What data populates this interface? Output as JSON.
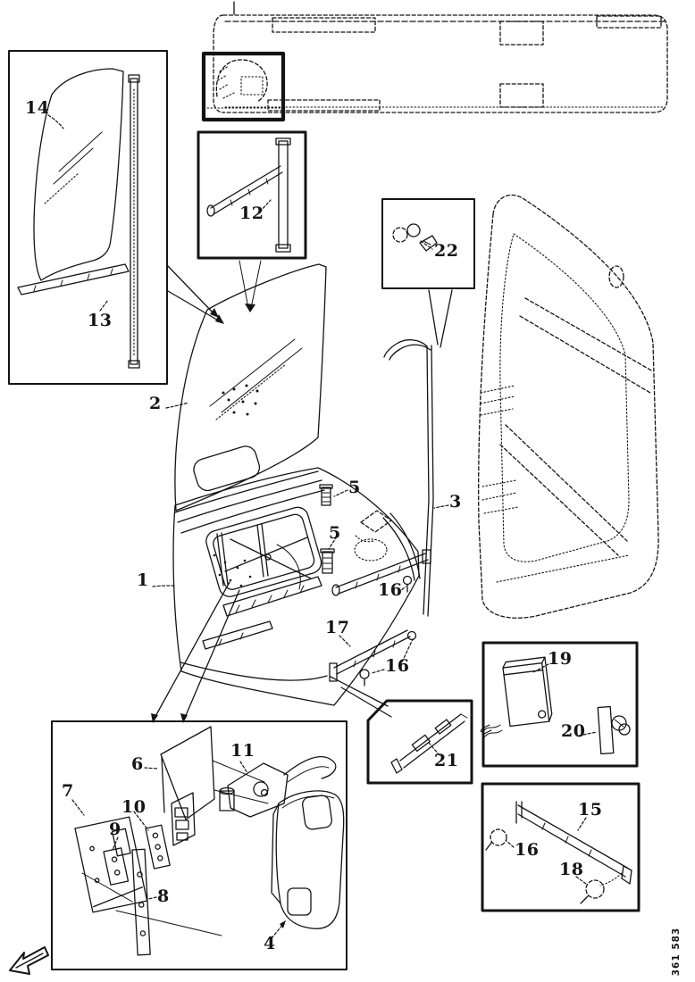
{
  "page": {
    "background": "#ffffff",
    "ink": "#141414"
  },
  "figure_number": "361 583",
  "callouts": {
    "c1": "1",
    "c2": "2",
    "c3": "3",
    "c4": "4",
    "c5a": "5",
    "c5b": "5",
    "c6": "6",
    "c7": "7",
    "c8": "8",
    "c9": "9",
    "c10": "10",
    "c11": "11",
    "c12": "12",
    "c13": "13",
    "c14": "14",
    "c15": "15",
    "c16a": "16",
    "c16b": "16",
    "c16c": "16",
    "c17": "17",
    "c18": "18",
    "c19": "19",
    "c20": "20",
    "c21": "21",
    "c22": "22"
  }
}
